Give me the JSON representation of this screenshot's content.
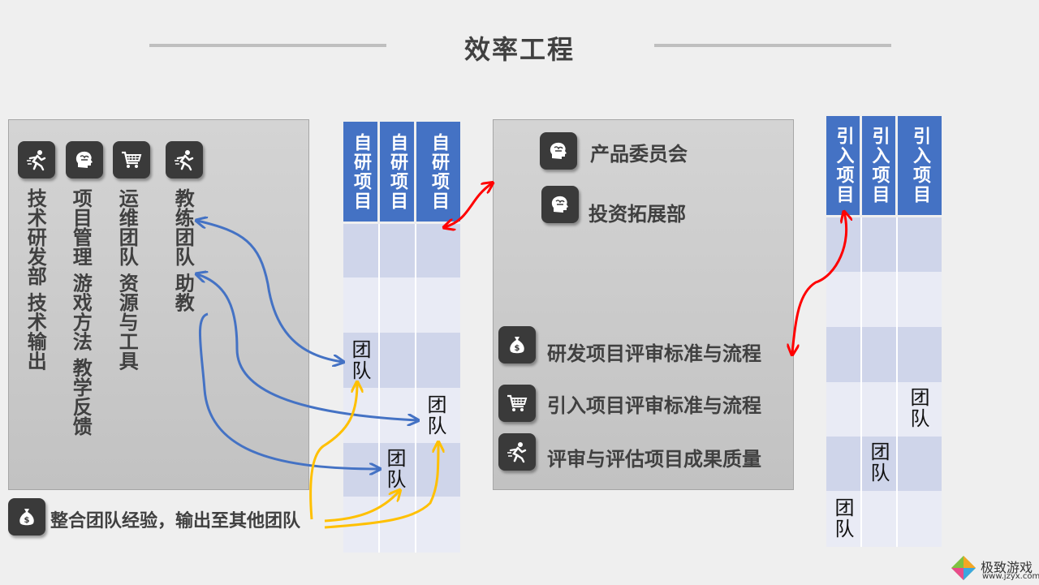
{
  "title": "效率工程",
  "left_panel": {
    "columns": [
      {
        "text": "技术研发部 技术输出",
        "icon": "running-person-icon"
      },
      {
        "text": "项目管理 游戏方法 教学反馈",
        "icon": "brain-head-icon"
      },
      {
        "text": "运维团队 资源与工具",
        "icon": "shopping-cart-icon"
      },
      {
        "text": "教练团队 助教",
        "icon": "running-person-icon"
      }
    ]
  },
  "bottom_note": {
    "text": "整合团队经验，输出至其他团队",
    "icon": "money-bag-icon"
  },
  "self_grid": {
    "headers": [
      "自研项目",
      "自研项目",
      "自研项目"
    ],
    "team_label": "团队"
  },
  "right_panel": {
    "items": [
      {
        "text": "产品委员会",
        "icon": "brain-head-icon"
      },
      {
        "text": "投资拓展部",
        "icon": "brain-head-icon"
      },
      {
        "text": "研发项目评审标准与流程",
        "icon": "money-bag-icon"
      },
      {
        "text": "引入项目评审标准与流程",
        "icon": "shopping-cart-icon"
      },
      {
        "text": "评审与评估项目成果质量",
        "icon": "running-person-icon"
      }
    ]
  },
  "import_grid": {
    "headers": [
      "引入项目",
      "引入项目",
      "引入项目"
    ],
    "team_label": "团队"
  },
  "watermark": {
    "name": "极致游戏",
    "url": "www.jzyx.com"
  },
  "colors": {
    "header_blue": "#4472c4",
    "arrow_blue": "#4472c4",
    "arrow_yellow": "#ffc000",
    "arrow_red": "#ff0000"
  }
}
